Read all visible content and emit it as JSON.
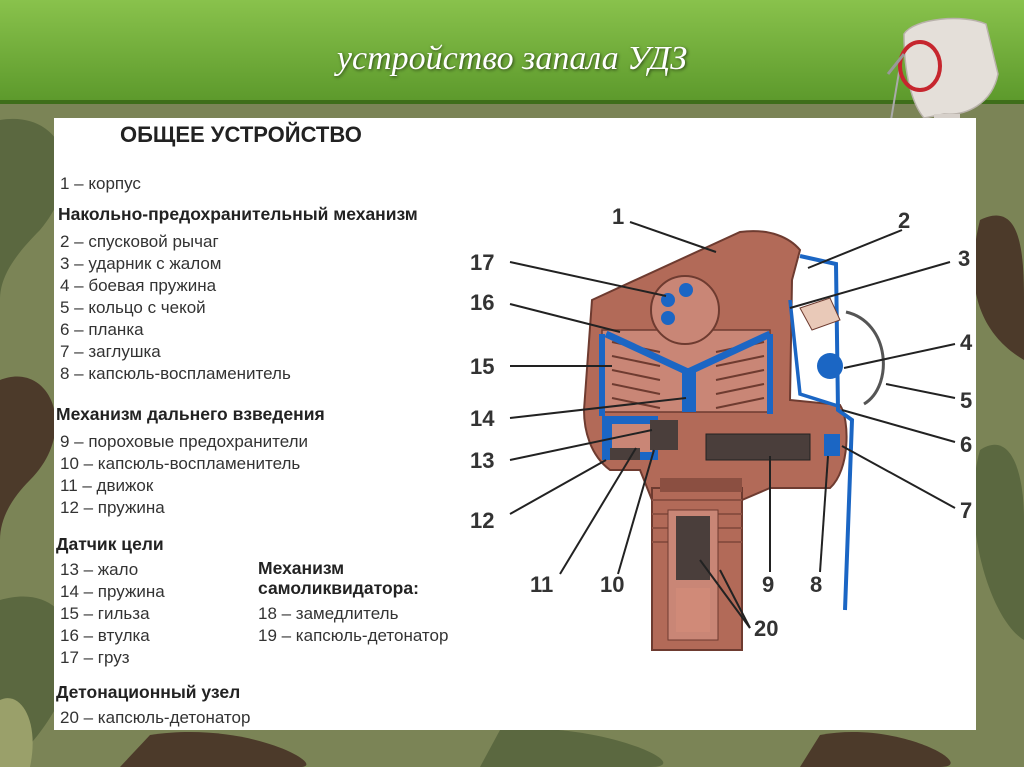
{
  "title": "устройство запала УДЗ",
  "panel_heading": "ОБЩЕЕ УСТРОЙСТВО",
  "legend": [
    {
      "text": "1 – корпус",
      "section": false
    },
    {
      "text": "Накольно-предохранительный механизм",
      "section": true
    },
    {
      "text": "2 – спусковой рычаг",
      "section": false
    },
    {
      "text": "3 – ударник с жалом",
      "section": false
    },
    {
      "text": "4 – боевая пружина",
      "section": false
    },
    {
      "text": "5 – кольцо с чекой",
      "section": false
    },
    {
      "text": "6 – планка",
      "section": false
    },
    {
      "text": "7 – заглушка",
      "section": false
    },
    {
      "text": "8 – капсюль-воспламенитель",
      "section": false
    },
    {
      "text": "Механизм дальнего взведения",
      "section": true
    },
    {
      "text": "9 – пороховые предохранители",
      "section": false
    },
    {
      "text": "10 – капсюль-воспламенитель",
      "section": false
    },
    {
      "text": "11 – движок",
      "section": false
    },
    {
      "text": "12 – пружина",
      "section": false
    },
    {
      "text": "Датчик цели",
      "section": true
    },
    {
      "text": "13 – жало",
      "section": false
    },
    {
      "text": "14 – пружина",
      "section": false
    },
    {
      "text": "15 – гильза",
      "section": false
    },
    {
      "text": "16 – втулка",
      "section": false
    },
    {
      "text": "17 – груз",
      "section": false
    },
    {
      "text": "Детонационный узел",
      "section": true
    },
    {
      "text": "20 – капсюль-детонатор",
      "section": false
    }
  ],
  "legend_right": [
    {
      "text": "Механизм",
      "section": true
    },
    {
      "text": "самоликвидатора:",
      "section": true
    },
    {
      "text": "18 – замедлитель",
      "section": false
    },
    {
      "text": "19 – капсюль-детонатор",
      "section": false
    }
  ],
  "callouts": [
    "1",
    "2",
    "3",
    "4",
    "5",
    "6",
    "7",
    "8",
    "9",
    "10",
    "11",
    "12",
    "13",
    "14",
    "15",
    "16",
    "17",
    "20"
  ],
  "colors": {
    "header": "#6aa83a",
    "body_copper": "#b5695a",
    "steel": "#1b66c4",
    "dark_metal": "#4a3e3b",
    "camo_base": "#7c8558"
  }
}
